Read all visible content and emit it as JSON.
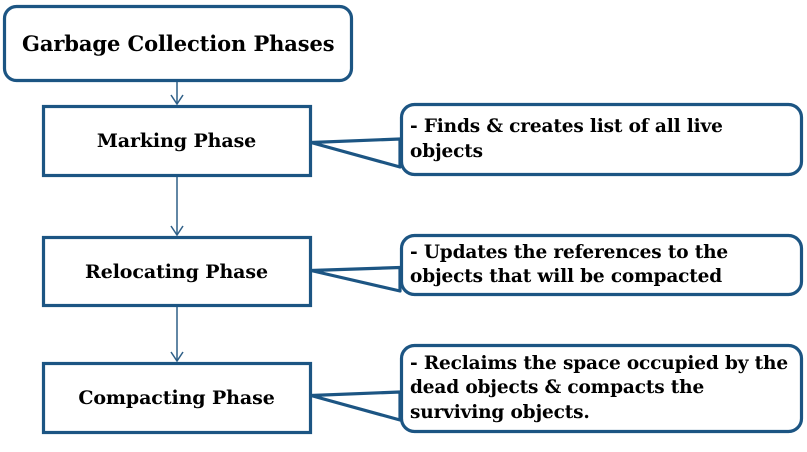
{
  "diagram": {
    "title_box": {
      "label": "Garbage Collection Phases"
    },
    "colors": {
      "border": "#1C5583",
      "connector": "#1C5583",
      "arrow": "#2E5F87",
      "text": "#000000",
      "background": "#FFFFFF"
    },
    "phases": [
      {
        "box_label": "Marking Phase",
        "callout_label": "- Finds & creates list of all live objects"
      },
      {
        "box_label": "Relocating Phase",
        "callout_label": "- Updates the references to the objects that will be compacted"
      },
      {
        "box_label": "Compacting Phase",
        "callout_label": "- Reclaims the space occupied by the dead objects & compacts the surviving objects."
      }
    ],
    "flow_arrows": [
      {
        "name": "arrow-title-to-marking"
      },
      {
        "name": "arrow-marking-to-relocating"
      },
      {
        "name": "arrow-relocating-to-compacting"
      }
    ]
  }
}
